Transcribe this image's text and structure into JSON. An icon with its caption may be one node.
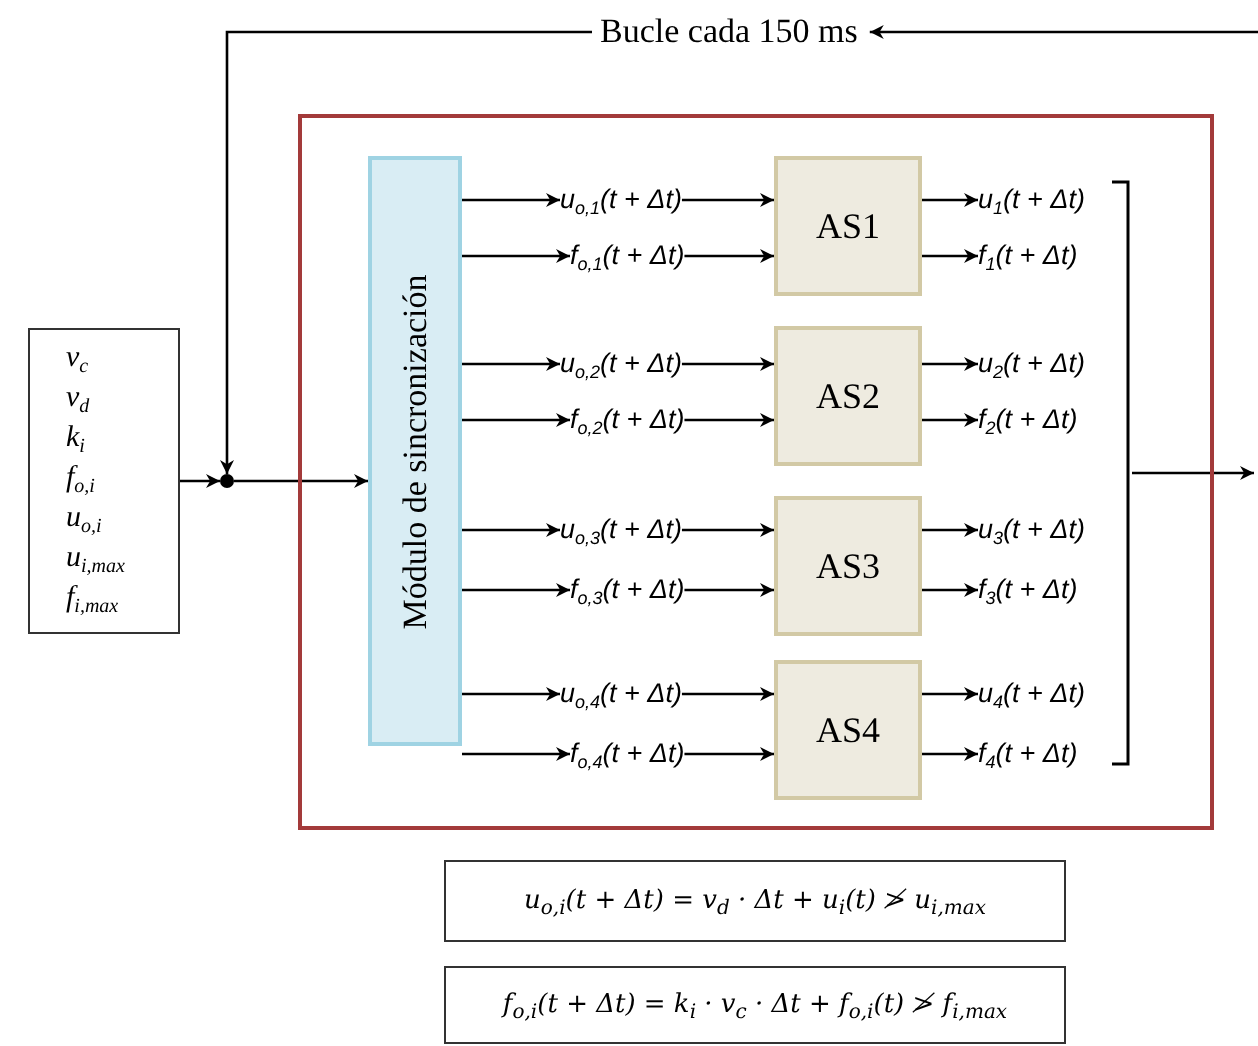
{
  "diagram": {
    "nodes": [
      {
        "text": [
          "Bucle cada 150 ms"
        ]
      },
      {
        "text": [
          "v$_{c}$",
          "v$_{d}$",
          "k$_{i}$",
          "f$_{o,i}$",
          "u$_{o,i}$",
          "u$_{i,max}$",
          "f$_{i,max}$"
        ]
      },
      {
        "text": [],
        "shape": "circle"
      },
      {
        "text": [],
        "shape": "box"
      },
      {
        "text": [
          "Módulo de sincronización"
        ],
        "in": 3
      },
      {
        "text": [
          "u$_{o,1}$(t + Δt)"
        ],
        "in": 3
      },
      {
        "text": [
          "f$_{o,1}$(t + Δt)"
        ],
        "in": 3
      },
      {
        "text": [
          "AS1"
        ],
        "in": 3
      },
      {
        "text": [
          "u$_{1}$(t + Δt)"
        ],
        "in": 3
      },
      {
        "text": [
          "f$_{1}$(t + Δt)"
        ],
        "in": 3
      },
      {
        "text": [
          "u$_{o,2}$(t + Δt)"
        ],
        "in": 3
      },
      {
        "text": [
          "f$_{o,2}$(t + Δt)"
        ],
        "in": 3
      },
      {
        "text": [
          "AS2"
        ],
        "in": 3
      },
      {
        "text": [
          "u$_{2}$(t + Δt)"
        ],
        "in": 3
      },
      {
        "text": [
          "f$_{2}$(t + Δt)"
        ],
        "in": 3
      },
      {
        "text": [
          "u$_{o,3}$(t + Δt)"
        ],
        "in": 3
      },
      {
        "text": [
          "f$_{o,3}$(t + Δt)"
        ],
        "in": 3
      },
      {
        "text": [
          "AS3"
        ],
        "in": 3
      },
      {
        "text": [
          "u$_{3}$(t + Δt)"
        ],
        "in": 3
      },
      {
        "text": [
          "f$_{3}$(t + Δt)"
        ],
        "in": 3
      },
      {
        "text": [
          "u$_{o,4}$(t + Δt)"
        ],
        "in": 3
      },
      {
        "text": [
          "f$_{o,4}$(t + Δt)"
        ],
        "in": 3
      },
      {
        "text": [
          "AS4"
        ],
        "in": 3
      },
      {
        "text": [
          "u$_{4}$(t + Δt)"
        ],
        "in": 3
      },
      {
        "text": [
          "f$_{4}$(t + Δt)"
        ],
        "in": 3
      },
      {
        "text": [],
        "shape": "bar",
        "in": 3
      },
      {
        "text": [
          "u$_{o,i}$(t + Δt) = v$_{d}$ · Δt + u$_{i}$(t) ≯ u$_{i,max}$"
        ]
      },
      {
        "text": [
          "f$_{o,i}$(t + Δt) = k$_{i}$ · v$_{c}$ · Δt + f$_{o,i}$(t) ≯ f$_{i,max}$"
        ]
      }
    ],
    "edges": [
      {
        "from": null,
        "to": 0,
        "arrow": "to"
      },
      {
        "from": 0,
        "to": 2,
        "arrow": "to"
      },
      {
        "from": 1,
        "to": 2,
        "arrow": "to"
      },
      {
        "from": 2,
        "to": 4,
        "arrow": "to"
      },
      {
        "from": 4,
        "to": 5,
        "arrow": "to"
      },
      {
        "from": 4,
        "to": 6,
        "arrow": "to"
      },
      {
        "from": 5,
        "to": 7,
        "arrow": "to"
      },
      {
        "from": 6,
        "to": 7,
        "arrow": "to"
      },
      {
        "from": 7,
        "to": 8,
        "arrow": "to"
      },
      {
        "from": 7,
        "to": 9,
        "arrow": "to"
      },
      {
        "from": 4,
        "to": 10,
        "arrow": "to"
      },
      {
        "from": 4,
        "to": 11,
        "arrow": "to"
      },
      {
        "from": 10,
        "to": 12,
        "arrow": "to"
      },
      {
        "from": 11,
        "to": 12,
        "arrow": "to"
      },
      {
        "from": 12,
        "to": 13,
        "arrow": "to"
      },
      {
        "from": 12,
        "to": 14,
        "arrow": "to"
      },
      {
        "from": 4,
        "to": 15,
        "arrow": "to"
      },
      {
        "from": 4,
        "to": 16,
        "arrow": "to"
      },
      {
        "from": 15,
        "to": 17,
        "arrow": "to"
      },
      {
        "from": 16,
        "to": 17,
        "arrow": "to"
      },
      {
        "from": 17,
        "to": 18,
        "arrow": "to"
      },
      {
        "from": 17,
        "to": 19,
        "arrow": "to"
      },
      {
        "from": 4,
        "to": 20,
        "arrow": "to"
      },
      {
        "from": 4,
        "to": 21,
        "arrow": "to"
      },
      {
        "from": 20,
        "to": 22,
        "arrow": "to"
      },
      {
        "from": 21,
        "to": 22,
        "arrow": "to"
      },
      {
        "from": 22,
        "to": 23,
        "arrow": "to"
      },
      {
        "from": 22,
        "to": 24,
        "arrow": "to"
      },
      {
        "from": 25,
        "to": null,
        "arrow": "to"
      }
    ]
  }
}
